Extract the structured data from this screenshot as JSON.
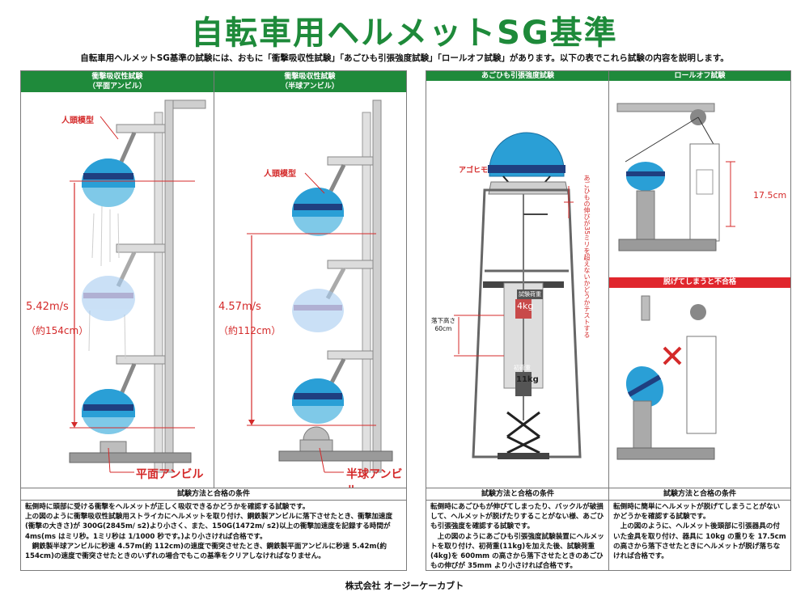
{
  "title": "自転車用ヘルメットSG基準",
  "intro": "自転車用ヘルメットSG基準の試験には、おもに「衝撃吸収性試験」「あごひも引張強度試験」「ロールオフ試験」があります。以下の表でこれら試験の内容を説明します。",
  "impact_flat": {
    "header_line1": "衝撃吸収性試験",
    "header_line2": "（平面アンビル）",
    "head_model": "人頭模型",
    "speed": "5.42m/s",
    "height": "（約154cm）",
    "anvil": "平面アンビル"
  },
  "impact_hemi": {
    "header_line1": "衝撃吸収性試験",
    "header_line2": "（半球アンビル）",
    "head_model": "人頭模型",
    "speed": "4.57m/s",
    "height": "（約112cm）",
    "anvil": "半球アンビル"
  },
  "impact_conditions": {
    "title": "試験方法と合格の条件",
    "para1": "転倒時に頭部に受ける衝撃をヘルメットが正しく吸収できるかどうかを確認する試験です。",
    "para2": "上の図のように衝撃吸収性試験用ストライカにヘルメットを取り付け、鋼鉄製アンビルに落下させたとき、衝撃加速度(衝撃の大きさ)が 300G(2845m/ s2)より小さく、また、150G(1472m/ s2)以上の衝撃加速度を記録する時間が 4ms(ms はミリ秒。1ミリ秒は 1/1000 秒です。)より小さければ合格です。",
    "para3": "鋼鉄製半球アンビルに秒速 4.57m(約 112cm)の速度で衝突させたとき、鋼鉄製平面アンビルに秒速 5.42m(約 154cm)の速度で衝突させたときのいずれの場合でもこの基準をクリアしなければなりません。"
  },
  "chin": {
    "header": "あごひも引張強度試験",
    "chinstrap_label": "アゴヒモ",
    "weight_label": "4kg",
    "weight_name": "試験荷重",
    "weight2_label": "11kg",
    "weight2_name": "初荷重",
    "drop_label_line1": "落下高さ",
    "drop_label_line2": "60cm",
    "vertical_note": "あごひもの伸びが35ミリを超えないかどうかテストする",
    "cond_title": "試験方法と合格の条件",
    "cond_para1": "転倒時にあごひもが伸びてしまったり、バックルが破損して、ヘルメットが脱げたりすることがない様、あごひも引張強度を確認する試験です。",
    "cond_para2": "上の図のようにあごひも引張強度試験装置にヘルメットを取り付け、初荷重(11kg)を加えた後、試験荷重(4kg)を 600mm の高さから落下させたときのあごひもの伸びが 35mm より小さければ合格です。"
  },
  "rolloff": {
    "header": "ロールオフ試験",
    "distance": "17.5cm",
    "fail_header": "脱げてしまうと不合格",
    "cond_title": "試験方法と合格の条件",
    "cond_para1": "転倒時に簡単にヘルメットが脱げてしまうことがないかどうかを確認する試験です。",
    "cond_para2": "上の図のように、ヘルメット後頭部に引張器具の付いた金具を取り付け、器具に 10kg の重りを 17.5cm の高さから落下させたときにヘルメットが脱げ落ちなければ合格です。"
  },
  "footer": "株式会社 オージーケーカブト",
  "colors": {
    "green": "#1f8a3b",
    "red": "#e0262d",
    "helmet": "#2a9fd6",
    "helmet_band": "#1f3f80"
  }
}
